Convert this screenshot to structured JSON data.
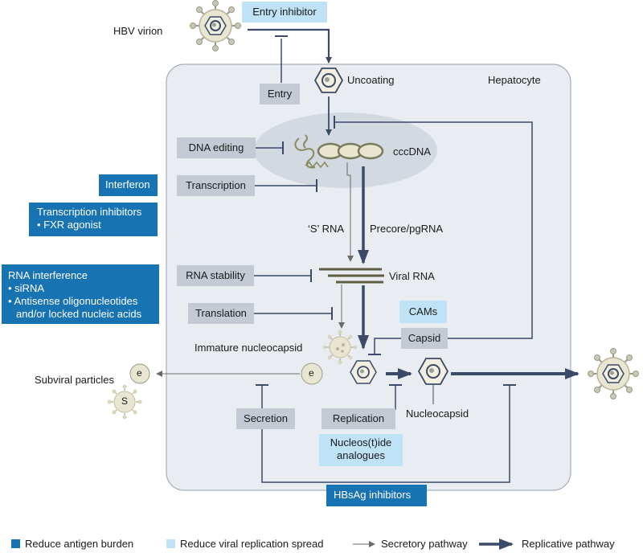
{
  "labels": {
    "hbv_virion": "HBV virion",
    "uncoating": "Uncoating",
    "hepatocyte": "Hepatocyte",
    "cccdna": "cccDNA",
    "s_rna": "‘S’ RNA",
    "precore_pgrna": "Precore/pgRNA",
    "viral_rna": "Viral RNA",
    "immature_nucleocapsid": "Immature nucleocapsid",
    "subviral_particles": "Subviral particles",
    "nucleocapsid": "Nucleocapsid",
    "e_label": "e",
    "s_label": "S"
  },
  "steps": {
    "entry": "Entry",
    "dna_editing": "DNA editing",
    "transcription": "Transcription",
    "rna_stability": "RNA stability",
    "translation": "Translation",
    "capsid": "Capsid",
    "secretion": "Secretion",
    "replication": "Replication"
  },
  "therapies": {
    "entry_inhibitor": "Entry inhibitor",
    "interferon": "Interferon",
    "transcription_inhibitors": {
      "title": "Transcription inhibitors",
      "items": [
        "FXR agonist"
      ]
    },
    "rna_interference": {
      "title": "RNA interference",
      "items": [
        "siRNA",
        "Antisense oligonucleotides",
        "and/or locked nucleic acids"
      ]
    },
    "cams": "CAMs",
    "nucleotide_analogues": {
      "line1": "Nucleos(t)ide",
      "line2": "analogues"
    },
    "hbsag_inhibitors": "HBsAg inhibitors"
  },
  "legend": {
    "reduce_antigen": "Reduce antigen burden",
    "reduce_replication": "Reduce viral replication spread",
    "secretory": "Secretory pathway",
    "replicative": "Replicative pathway"
  },
  "colors": {
    "dark_blue": "#1873b3",
    "light_blue": "#bfe2f6",
    "grey_box": "#c4cad4",
    "cell_fill": "#e9edf2",
    "pathway": "#3b4a68"
  }
}
